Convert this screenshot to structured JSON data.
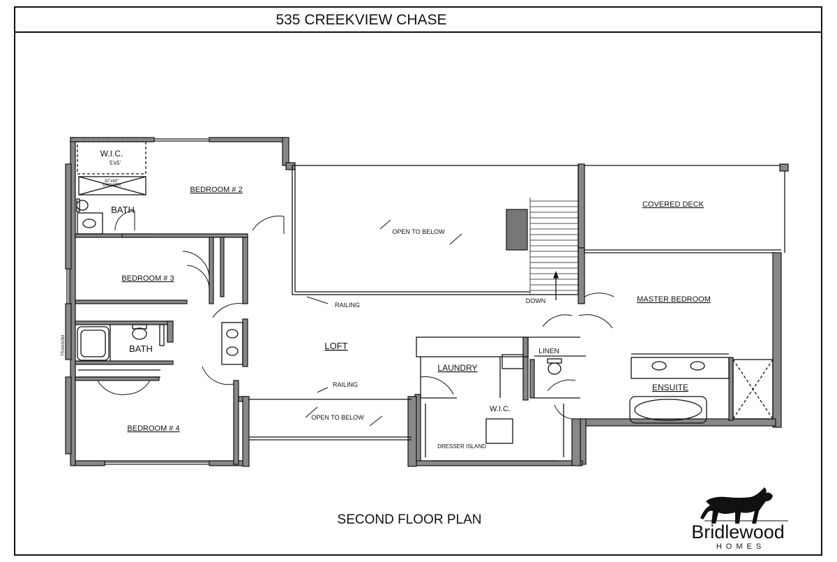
{
  "header": {
    "title": "535 CREEKVIEW CHASE"
  },
  "plan": {
    "rooms": {
      "wic_top": "W.I.C.",
      "wic_size": "5'x5'",
      "shower": "32\"x60\"",
      "shower_label": "SHOWER",
      "bedroom2": "BEDROOM # 2",
      "bath_top": "BATH",
      "bedroom3": "BEDROOM # 3",
      "bath_mid": "BATH",
      "transom": "TRANSOM",
      "bedroom4": "BEDROOM # 4",
      "open_below_top": "OPEN TO BELOW",
      "open_below_bottom": "OPEN TO BELOW",
      "railing_top": "RAILING",
      "railing_bottom": "RAILING",
      "loft": "LOFT",
      "down": "DOWN",
      "covered_deck": "COVERED DECK",
      "master_bedroom": "MASTER BEDROOM",
      "laundry": "LAUNDRY",
      "linen": "LINEN",
      "wic_master": "W.I.C.",
      "dresser_island": "DRESSER ISLAND",
      "ensuite": "ENSUITE"
    }
  },
  "footer": {
    "plan_title": "SECOND FLOOR PLAN",
    "brand_name": "Bridlewood",
    "brand_sub": "HOMES"
  }
}
